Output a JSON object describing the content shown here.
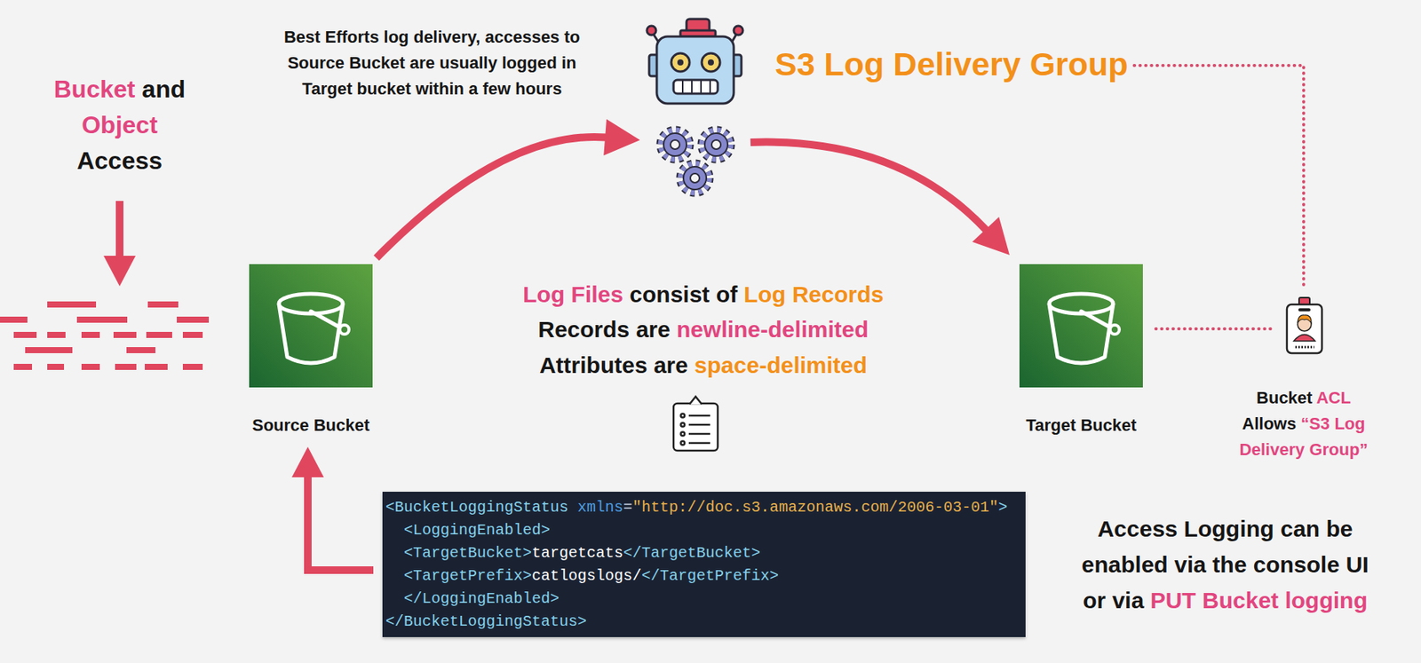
{
  "diagram": {
    "nodes": [
      {
        "text": [
          "S3 Log Delivery Group"
        ]
      },
      {
        "text": [
          "Source Bucket"
        ]
      },
      {
        "text": [
          "Target Bucket"
        ]
      },
      {
        "text": [
          "Bucket ACL Allows “S3 Log Delivery Group”"
        ]
      },
      {
        "text": [
          "<BucketLoggingStatus xmlns=\"http://doc.s3.amazonaws.com/2006-03-01\">",
          "<LoggingEnabled>",
          "<TargetBucket>targetcats</TargetBucket>",
          "<TargetPrefix>catlogslogs/</TargetPrefix>",
          "</LoggingEnabled>",
          "</BucketLoggingStatus>"
        ]
      }
    ],
    "edges": [
      {
        "from": 1,
        "to": 0,
        "arrow": "to"
      },
      {
        "from": 0,
        "to": 2,
        "arrow": "to"
      },
      {
        "from": 4,
        "to": 1,
        "arrow": "to"
      },
      {
        "from": 2,
        "to": 3,
        "arrow": "none"
      },
      {
        "from": 0,
        "to": 3,
        "arrow": "none"
      }
    ],
    "labels": [
      "Bucket and Object Access",
      "Best Efforts log delivery, accesses to Source Bucket are usually logged in Target bucket within a few hours",
      "Log Files consist of Log Records",
      "Records are newline-delimited",
      "Attributes are space-delimited",
      "Access Logging can be enabled via the console UI or via PUT Bucket logging"
    ]
  }
}
